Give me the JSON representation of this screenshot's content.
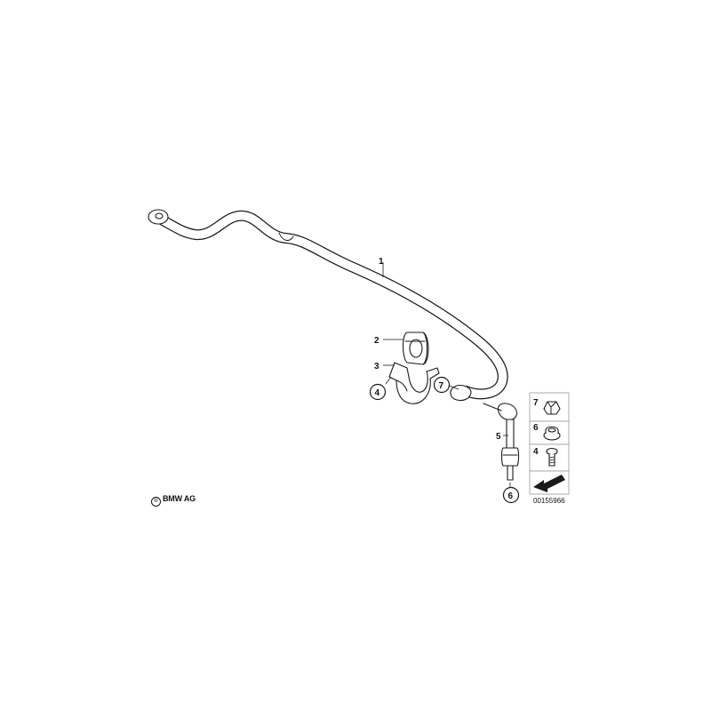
{
  "diagram": {
    "copyright": "BMW AG",
    "copyright_symbol": "©",
    "drawing_number": "00155966",
    "callouts": {
      "c1": "1",
      "c2": "2",
      "c3": "3",
      "c4": "4",
      "c5": "5",
      "c6": "6",
      "c7": "7"
    },
    "legend": {
      "r1": "7",
      "r2": "6",
      "r3": "4"
    }
  }
}
